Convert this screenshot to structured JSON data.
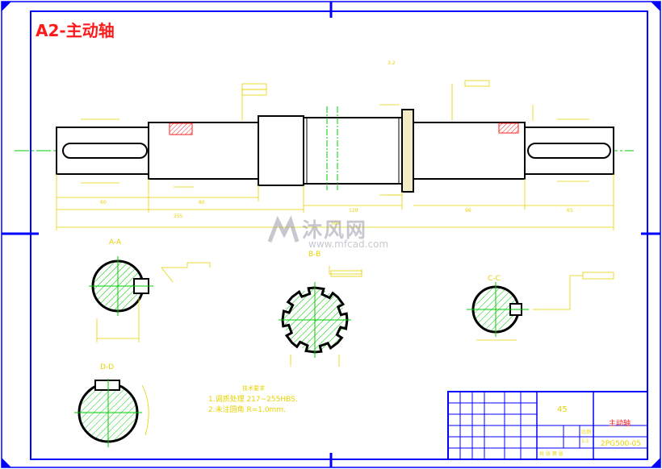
{
  "title": "A2-主动轴",
  "watermark": {
    "brand": "沐风网",
    "url": "www.mfcad.com"
  },
  "sections": {
    "aa": "A-A",
    "bb": "B-B",
    "cc": "C-C",
    "dd": "D-D"
  },
  "notes": {
    "heading": "技术要求",
    "line1": "1.调质处理  217~255HBS.",
    "line2": "2.未注圆角  R=1.0mm."
  },
  "title_block": {
    "material": "45",
    "part_name": "主动轴",
    "drawing_no": "2PG500-05",
    "scale_label": "比例",
    "scale_value": "1:1",
    "sheet_label": "共  张  第  张"
  },
  "colors": {
    "frame": "#0000ff",
    "outline": "#000000",
    "dimension": "#e8d200",
    "centerline": "#00cc00",
    "hatch": "#00cc00",
    "section_hatch_red": "#ff2020",
    "title": "#ff1a1a"
  }
}
